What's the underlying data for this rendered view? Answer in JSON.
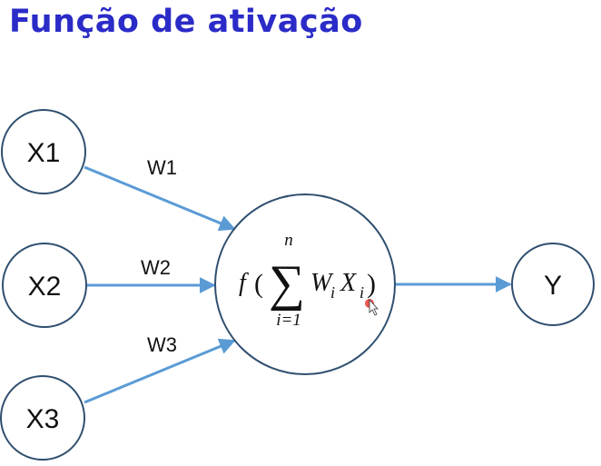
{
  "title": "Função de ativação",
  "nodes": {
    "x1": "X1",
    "x2": "X2",
    "x3": "X3",
    "y": "Y"
  },
  "weights": {
    "w1": "W1",
    "w2": "W2",
    "w3": "W3"
  },
  "formula": {
    "func": "f",
    "open_paren": "(",
    "sigma": "∑",
    "upper_limit": "n",
    "lower_limit": "i=1",
    "w": "W",
    "w_sub": "i",
    "x": "X",
    "x_sub": "i",
    "close_paren": ")"
  },
  "colors": {
    "title": "#2b2bc8",
    "node_stroke": "#2f4f6f",
    "arrow": "#5b9bd5",
    "cursor_dot": "#e53935"
  }
}
